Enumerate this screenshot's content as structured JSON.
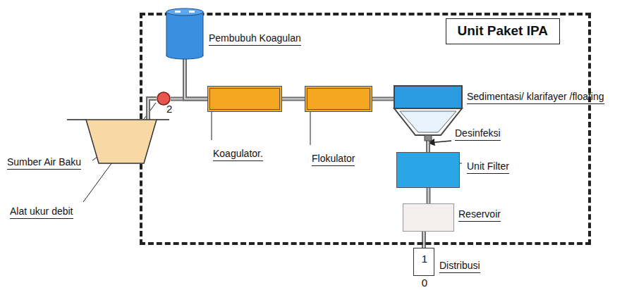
{
  "diagram": {
    "nodes": [
      {
        "text": [
          "Unit Paket IPA"
        ]
      },
      {
        "text": [
          "Pembubuh Koagulan"
        ],
        "in": 0
      },
      {
        "text": [
          "2",
          "Alat ukur debit"
        ],
        "in": 0
      },
      {
        "text": [
          "Koagulator."
        ],
        "in": 0
      },
      {
        "text": [
          "Flokulator"
        ],
        "in": 0
      },
      {
        "text": [
          "Sedimentasi/ klarifayer /floating"
        ],
        "in": 0
      },
      {
        "text": [
          "Unit Filter"
        ],
        "in": 0
      },
      {
        "text": [
          "Reservoir"
        ],
        "in": 0
      },
      {
        "text": [
          "1",
          "0",
          "Distribusi"
        ]
      },
      {
        "text": [
          "Sumber Air Baku"
        ]
      }
    ],
    "edges": [
      {
        "from": 9,
        "to": 2,
        "arrow": "none"
      },
      {
        "from": 2,
        "to": 3,
        "arrow": "none"
      },
      {
        "from": 1,
        "to": 3,
        "arrow": "none"
      },
      {
        "from": 3,
        "to": 4,
        "arrow": "none"
      },
      {
        "from": 4,
        "to": 5,
        "arrow": "none"
      },
      {
        "from": 5,
        "to": 6,
        "arrow": "none"
      },
      {
        "from": 6,
        "to": 7,
        "arrow": "none"
      },
      {
        "from": 7,
        "to": 8,
        "arrow": "none"
      }
    ],
    "labels": [
      "Desinfeksi"
    ]
  }
}
